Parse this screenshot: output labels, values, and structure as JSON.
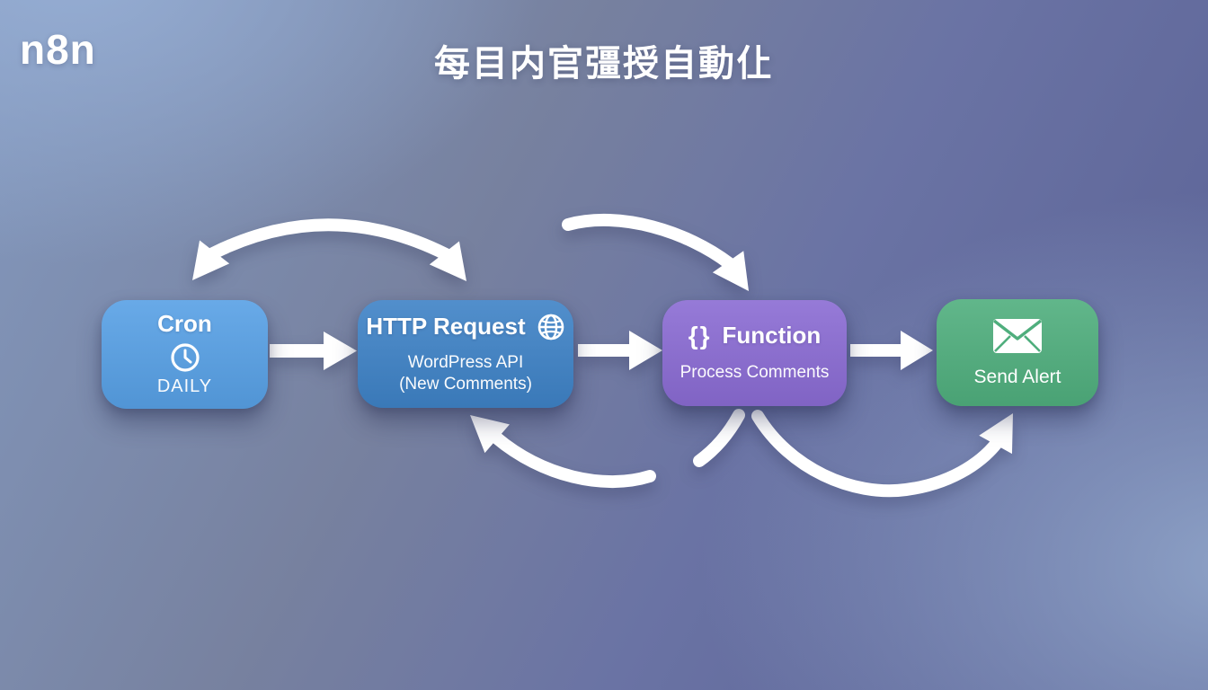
{
  "logo": {
    "text": "n8n"
  },
  "title": {
    "text": "每目内官彊授自動仩"
  },
  "colors": {
    "cron": "#57A0E5",
    "http_request": "#3E82C6",
    "function": "#8A6BD3",
    "send_alert": "#4FAE7D",
    "arrow": "#FFFFFF",
    "background_top_left": "#8FA7CB",
    "background_bottom_left": "#596094",
    "background_right": "#8A9FC4",
    "text": "#FFFFFF"
  },
  "nodes": {
    "cron": {
      "title": "Cron",
      "subtitle": "DAILY",
      "icon": "clock-icon"
    },
    "http_request": {
      "title": "HTTP Request",
      "icon": "globe-icon",
      "line1": "WordPress API",
      "line2": "(New Comments)"
    },
    "function": {
      "icon_label": "{}",
      "title": "Function",
      "subtitle": "Process Comments"
    },
    "send_alert": {
      "title": "Send Alert",
      "icon": "envelope-icon"
    }
  }
}
